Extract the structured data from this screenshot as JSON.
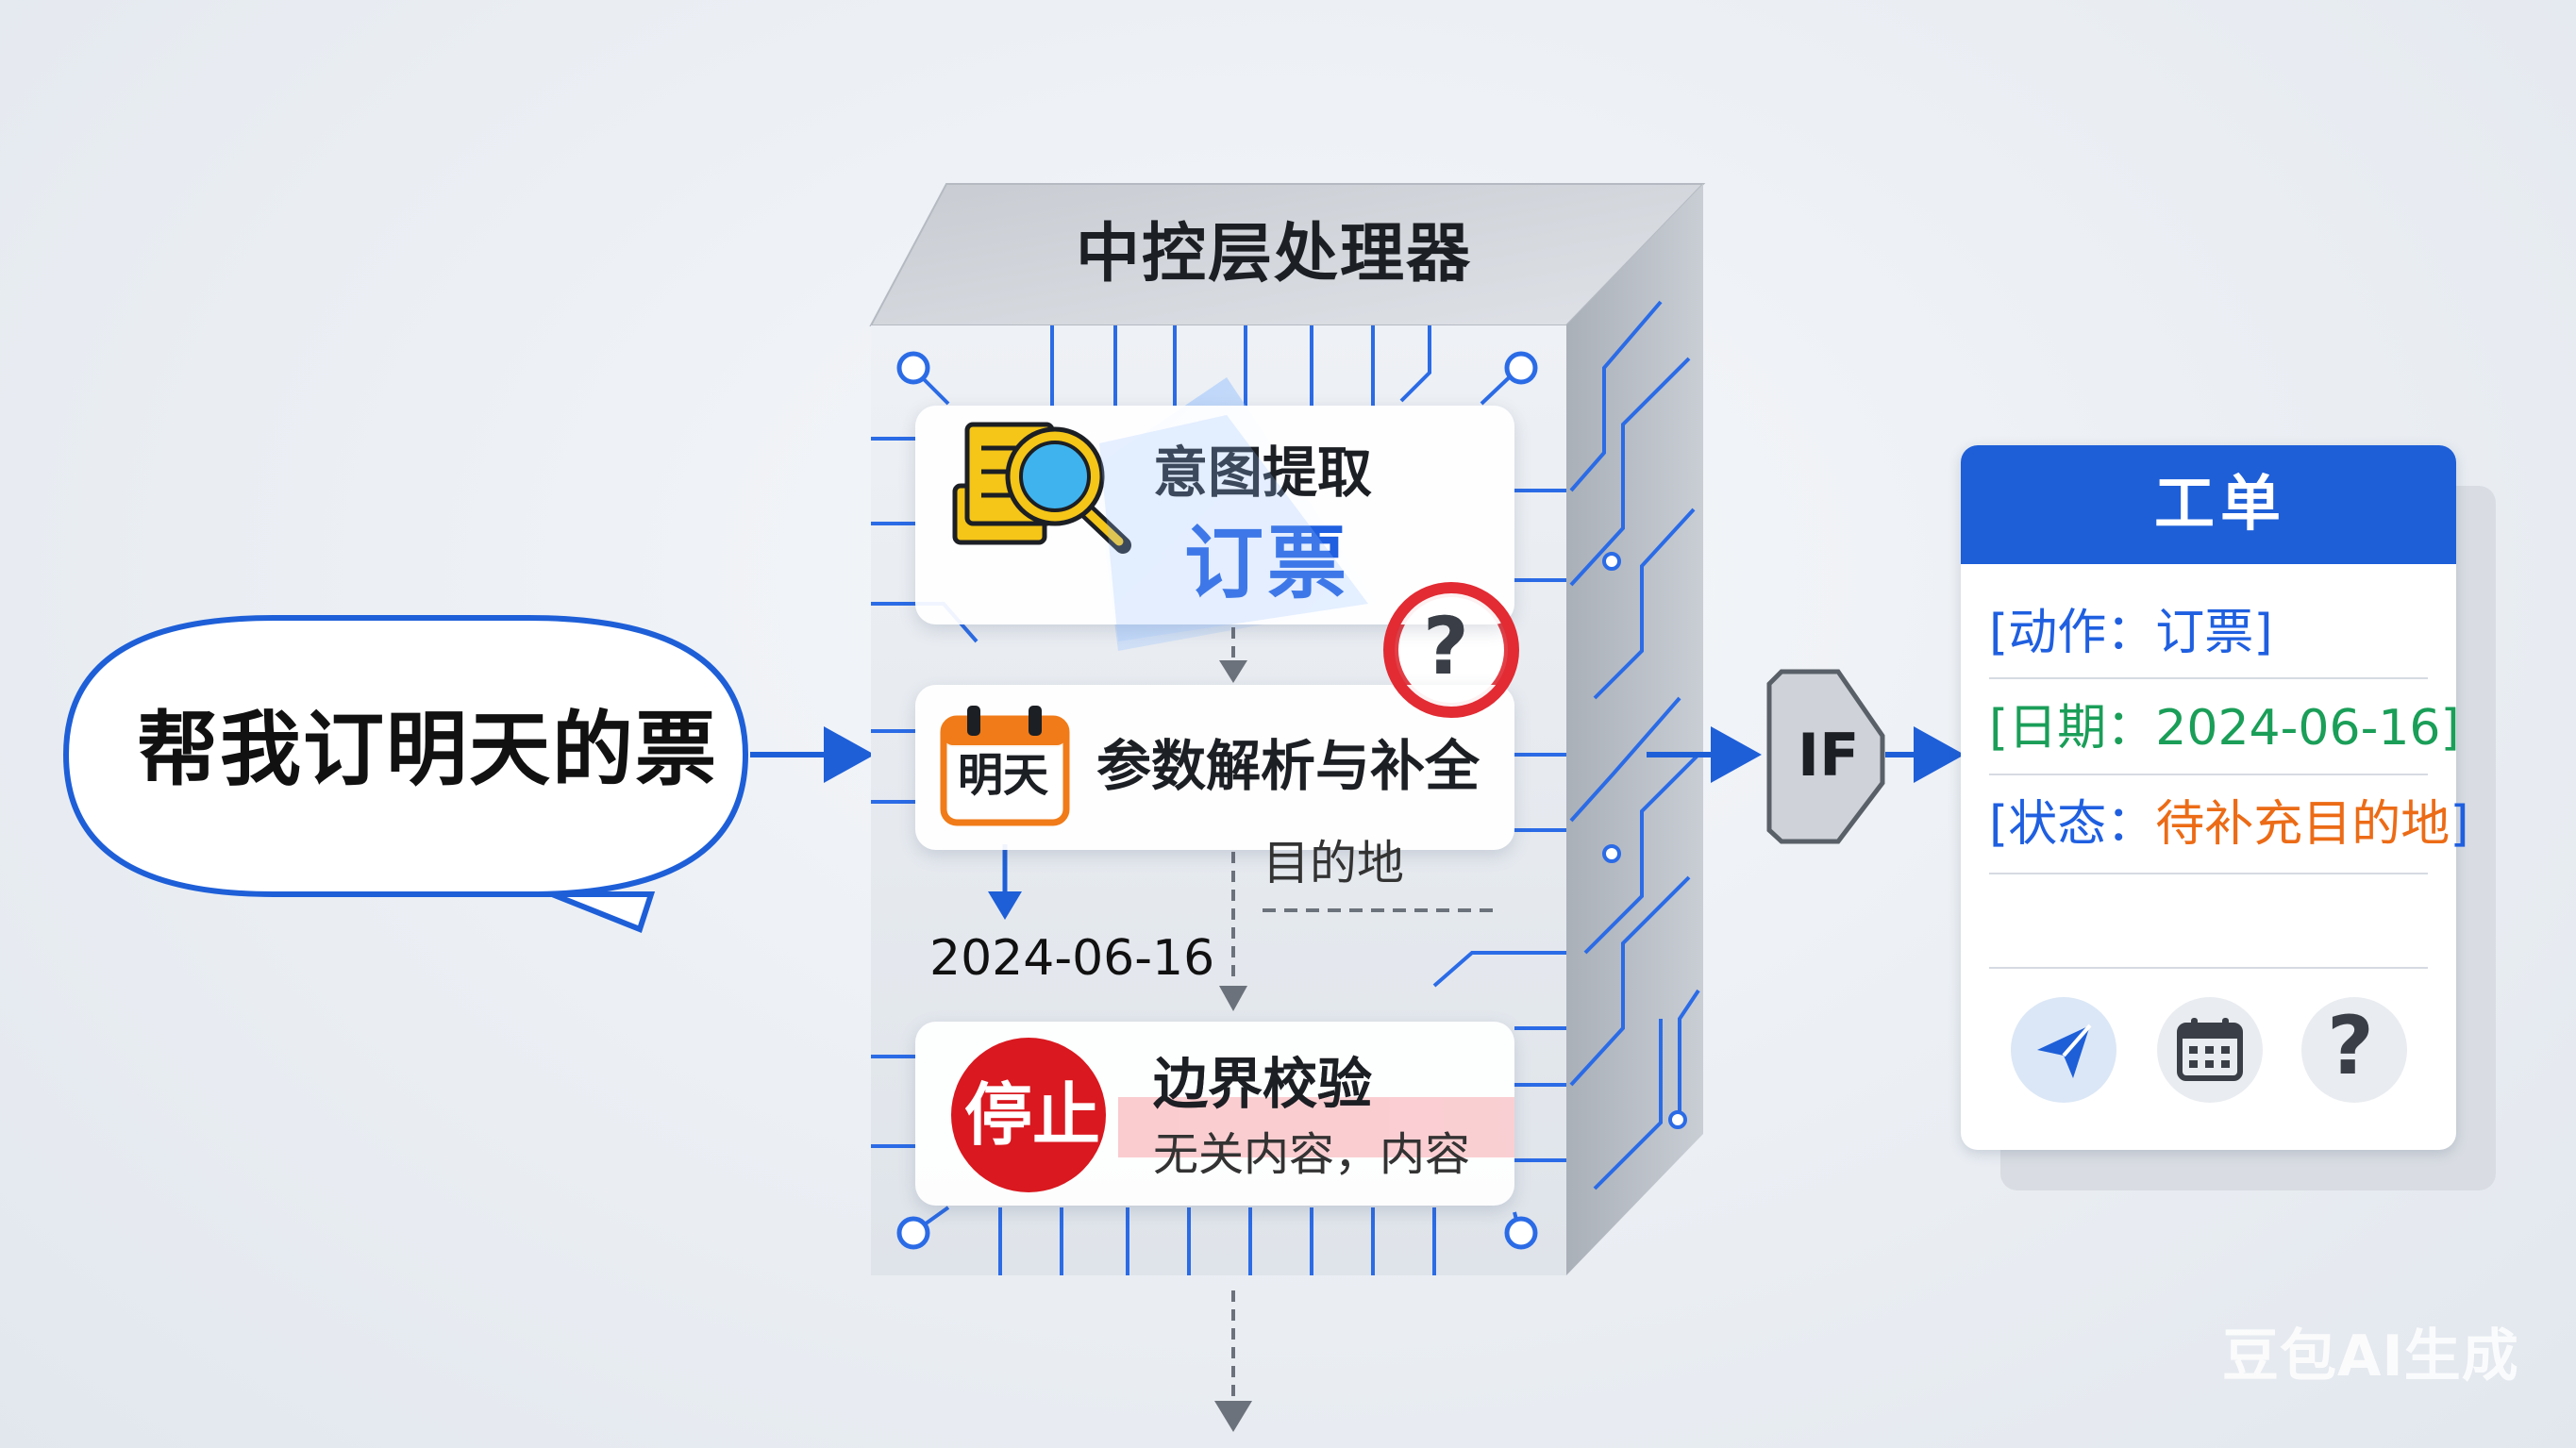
{
  "input": {
    "utterance": "帮我订明天的票"
  },
  "processor": {
    "title": "中控层处理器",
    "intent": {
      "label": "意图提取",
      "value": "订票",
      "question_icon": "?"
    },
    "params": {
      "label": "参数解析与补全",
      "calendar_text": "明天",
      "missing_param": "目的地",
      "resolved_date": "2024-06-16"
    },
    "boundary": {
      "label": "边界校验",
      "stop_text": "停止",
      "note": "无关内容，内容"
    }
  },
  "gate": {
    "label": "IF"
  },
  "ticket": {
    "title": "工单",
    "rows": [
      {
        "open": "[动作：",
        "value": "订票",
        "close": "]"
      },
      {
        "open": "[日期：",
        "value": "2024-06-16",
        "close": "]"
      },
      {
        "open": "[状态：",
        "value": "待补充目的地",
        "close": "]"
      }
    ],
    "help_icon": "?"
  },
  "watermark": "豆包AI生成",
  "colors": {
    "accent": "#1e5fd8",
    "ok": "#1a9e58",
    "warn": "#ec6b16",
    "stop": "#d9181f"
  },
  "icons": [
    "speech-bubble-icon",
    "magnifier-document-icon",
    "calendar-icon",
    "stop-icon",
    "send-icon",
    "question-icon"
  ]
}
